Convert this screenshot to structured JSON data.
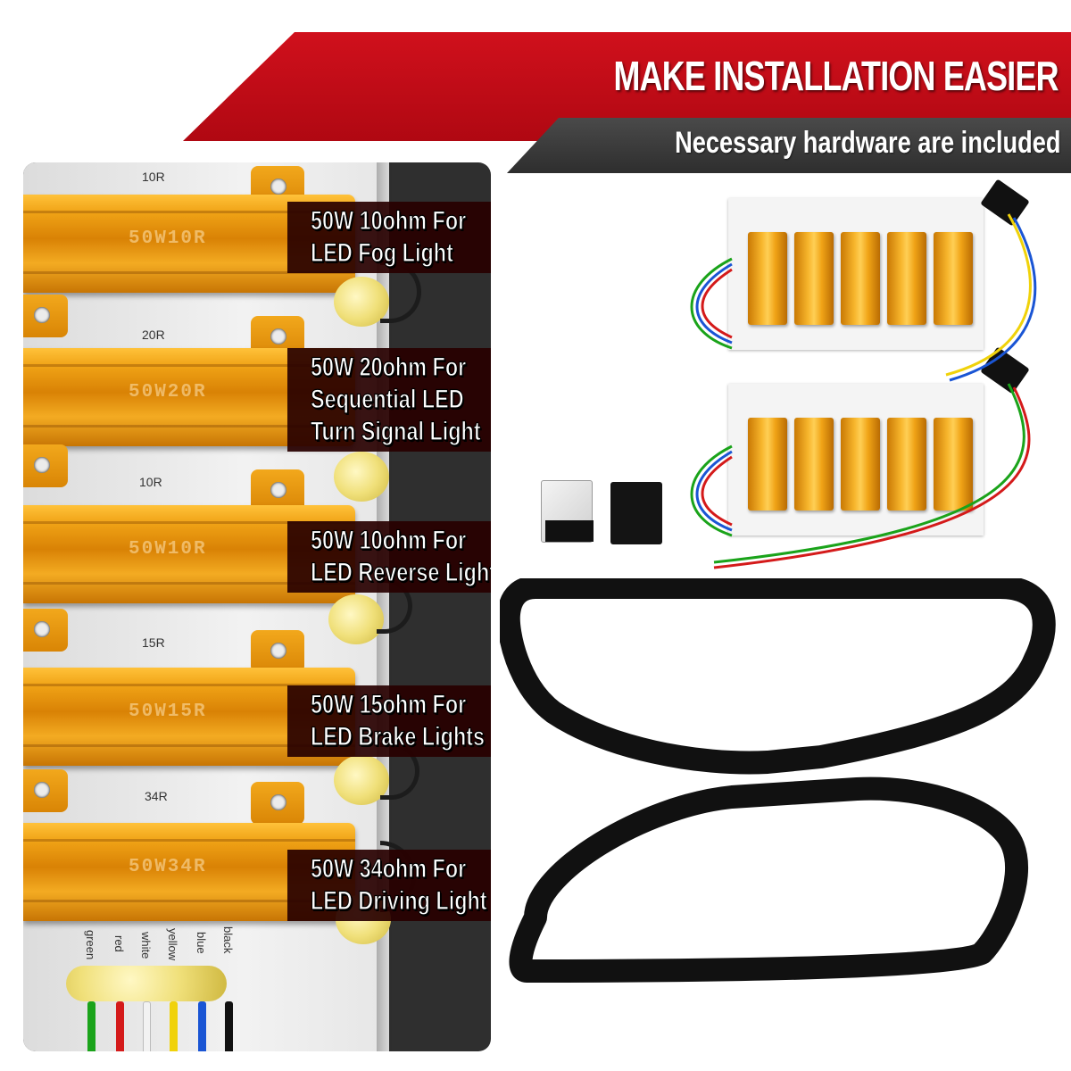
{
  "banner": {
    "headline": "MAKE INSTALLATION EASIER",
    "subheadline": "Necessary hardware are included"
  },
  "resistors": [
    {
      "board_label": "10R",
      "code": "50W10R",
      "caption_lines": [
        "50W 10ohm For",
        "LED Fog Light"
      ]
    },
    {
      "board_label": "20R",
      "code": "50W20R",
      "caption_lines": [
        "50W 20ohm For",
        "Sequential LED",
        "Turn Signal Light"
      ]
    },
    {
      "board_label": "10R",
      "code": "50W10R",
      "caption_lines": [
        "50W 10ohm For",
        "LED Reverse Light"
      ]
    },
    {
      "board_label": "15R",
      "code": "50W15R",
      "caption_lines": [
        "50W 15ohm For",
        "LED Brake Lights"
      ]
    },
    {
      "board_label": "34R",
      "code": "50W34R",
      "caption_lines": [
        "50W 34ohm For",
        "LED Driving Light"
      ]
    }
  ],
  "wire_labels": [
    "green",
    "red",
    "white",
    "yellow",
    "blue",
    "black"
  ],
  "colors": {
    "banner_red": "#c40c16",
    "banner_dark": "#3a3a3a",
    "resistor_gold": "#f0a316",
    "caption_bg": "#280000"
  }
}
